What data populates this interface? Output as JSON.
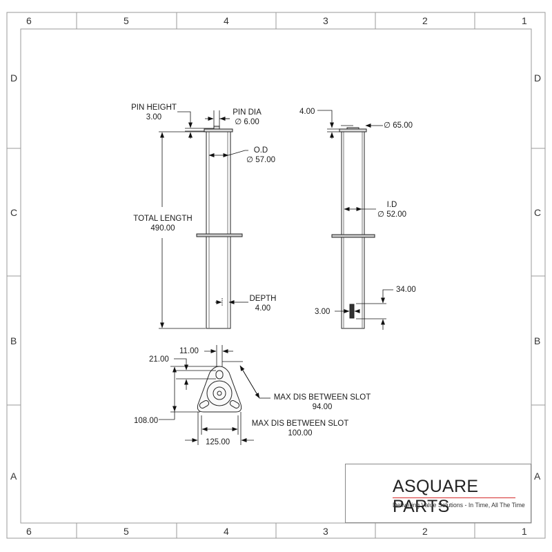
{
  "zones": {
    "columns": [
      "6",
      "5",
      "4",
      "3",
      "2",
      "1"
    ],
    "rows": [
      "D",
      "C",
      "B",
      "A"
    ]
  },
  "front_view": {
    "pin_height_label": "PIN HEIGHT",
    "pin_height_value": "3.00",
    "pin_dia_label": "PIN DIA",
    "pin_dia_value": "∅ 6.00",
    "od_label": "O.D",
    "od_value": "∅ 57.00",
    "total_length_label": "TOTAL LENGTH",
    "total_length_value": "490.00",
    "depth_label": "DEPTH",
    "depth_value": "4.00"
  },
  "side_view": {
    "top_thickness": "4.00",
    "cap_dia": "∅ 65.00",
    "id_label": "I.D",
    "id_value": "∅ 52.00",
    "slot_offset": "34.00",
    "slot_width": "3.00"
  },
  "bottom_view": {
    "pin_dim": "11.00",
    "slot_dim": "21.00",
    "height_dim": "108.00",
    "width_dim": "125.00",
    "max_slot_label_1": "MAX DIS BETWEEN SLOT",
    "max_slot_value_1": "94.00",
    "max_slot_label_2": "MAX DIS BETWEEN SLOT",
    "max_slot_value_2": "100.00"
  },
  "title_block": {
    "company": "ASQUARE PARTS",
    "tagline": "Delivering Value Solutions - In Time, All The Time",
    "accent_color": "#d42a2a"
  }
}
